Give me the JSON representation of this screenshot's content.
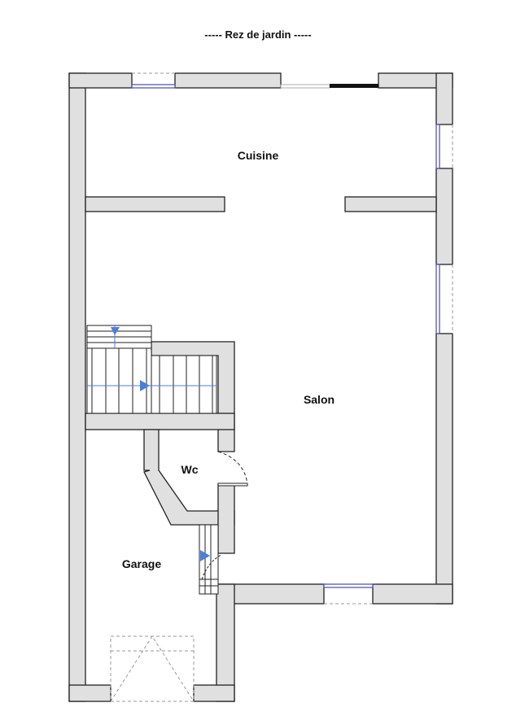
{
  "plan": {
    "title": "-----  Rez de jardin  -----",
    "rooms": {
      "cuisine": "Cuisine",
      "salon": "Salon",
      "wc": "Wc",
      "garage": "Garage"
    },
    "colors": {
      "wall": "#e0e0e0",
      "window": "#4a4aa8",
      "stair_arrow": "#4a7fd8"
    }
  }
}
